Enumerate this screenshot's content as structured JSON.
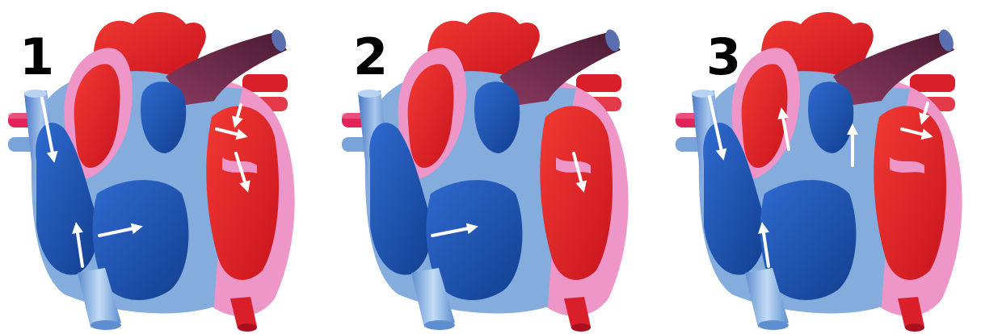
{
  "panels": [
    {
      "label": "1"
    },
    {
      "label": "2"
    },
    {
      "label": "3"
    }
  ],
  "colors": {
    "oxygenated": "#e8262b",
    "deoxygenated": "#2356b0",
    "myocardium_right": "#7ea7d8",
    "myocardium_left": "#e98fc6",
    "aorta": "#d91f2a",
    "pulmonary_artery": "#6a2846",
    "arrow": "#ffffff",
    "label": "#000000"
  },
  "icons": [
    "heart-diagram",
    "blood-flow-arrow"
  ]
}
